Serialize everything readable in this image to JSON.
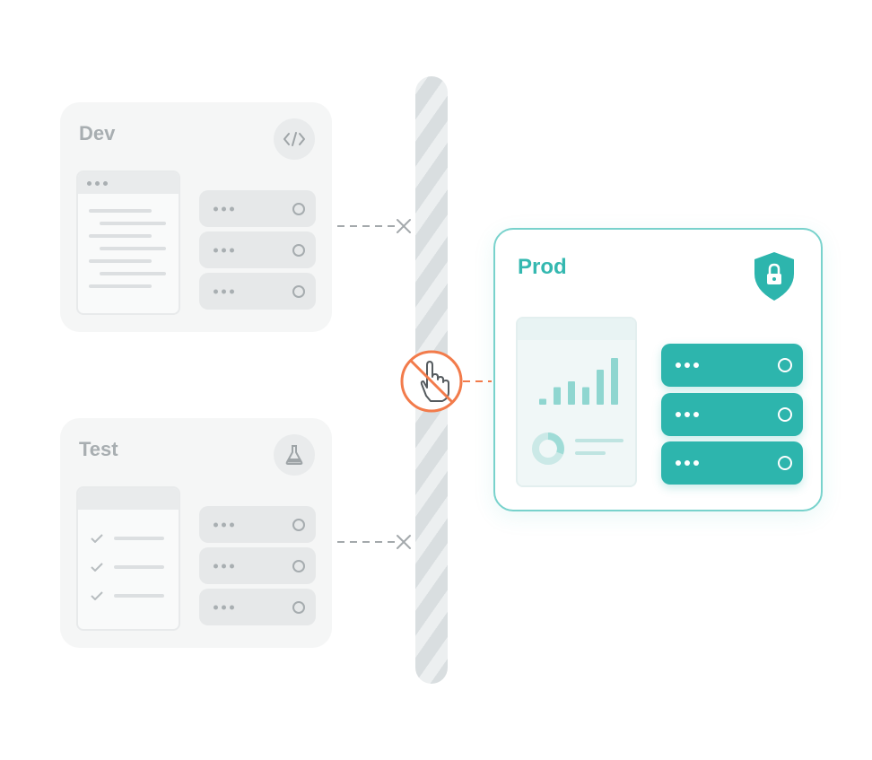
{
  "environments": {
    "dev": {
      "title": "Dev",
      "icon": "code-icon",
      "status": "blocked"
    },
    "test": {
      "title": "Test",
      "icon": "flask-icon",
      "status": "blocked"
    },
    "prod": {
      "title": "Prod",
      "icon": "shield-lock-icon",
      "status": "protected"
    }
  },
  "colors": {
    "accent": "#2db5ad",
    "accent_border": "#78d2cc",
    "blocked_mark": "#f27b4b",
    "muted_text": "#a8aeb1",
    "wall": "#d9dee0"
  },
  "barrier": {
    "icon": "no-touch-icon"
  },
  "prod_mini_chart": {
    "type": "bar",
    "values": [
      1,
      3,
      4,
      3,
      6,
      8
    ]
  }
}
